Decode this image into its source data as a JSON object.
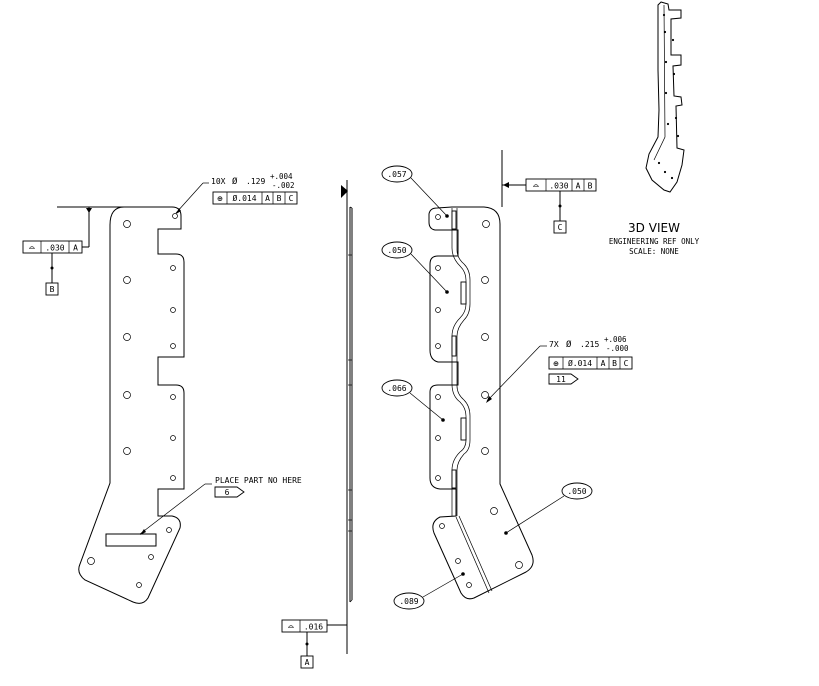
{
  "view3d": {
    "title": "3D VIEW",
    "subtitle": "ENGINEERING REF ONLY",
    "scale": "SCALE: NONE"
  },
  "hole_small": {
    "qty": "10X",
    "dia_symbol": "Ø",
    "value": ".129",
    "tol_plus": "+.004",
    "tol_minus": "-.002",
    "fcf": {
      "symbol": "⊕",
      "tol": "Ø.014",
      "refs": [
        "A",
        "B",
        "C"
      ]
    }
  },
  "hole_large": {
    "qty": "7X",
    "dia_symbol": "Ø",
    "value": ".215",
    "tol_plus": "+.006",
    "tol_minus": "-.000",
    "fcf": {
      "symbol": "⊕",
      "tol": "Ø.014",
      "refs": [
        "A",
        "B",
        "C"
      ]
    },
    "flag": "11"
  },
  "profile_left": {
    "symbol": "⌓",
    "tol": ".030",
    "ref": "A",
    "datum": "B"
  },
  "profile_right": {
    "symbol": "⌓",
    "tol": ".030",
    "refs": [
      "A",
      "B"
    ],
    "datum": "C"
  },
  "profile_bottom": {
    "symbol": "⌓",
    "tol": ".016",
    "datum": "A"
  },
  "part_no_note": {
    "text": "PLACE PART NO HERE",
    "flag": "6"
  },
  "bubbles": {
    "b1": ".057",
    "b2": ".050",
    "b3": ".066",
    "b4": ".050",
    "b5": ".089"
  }
}
